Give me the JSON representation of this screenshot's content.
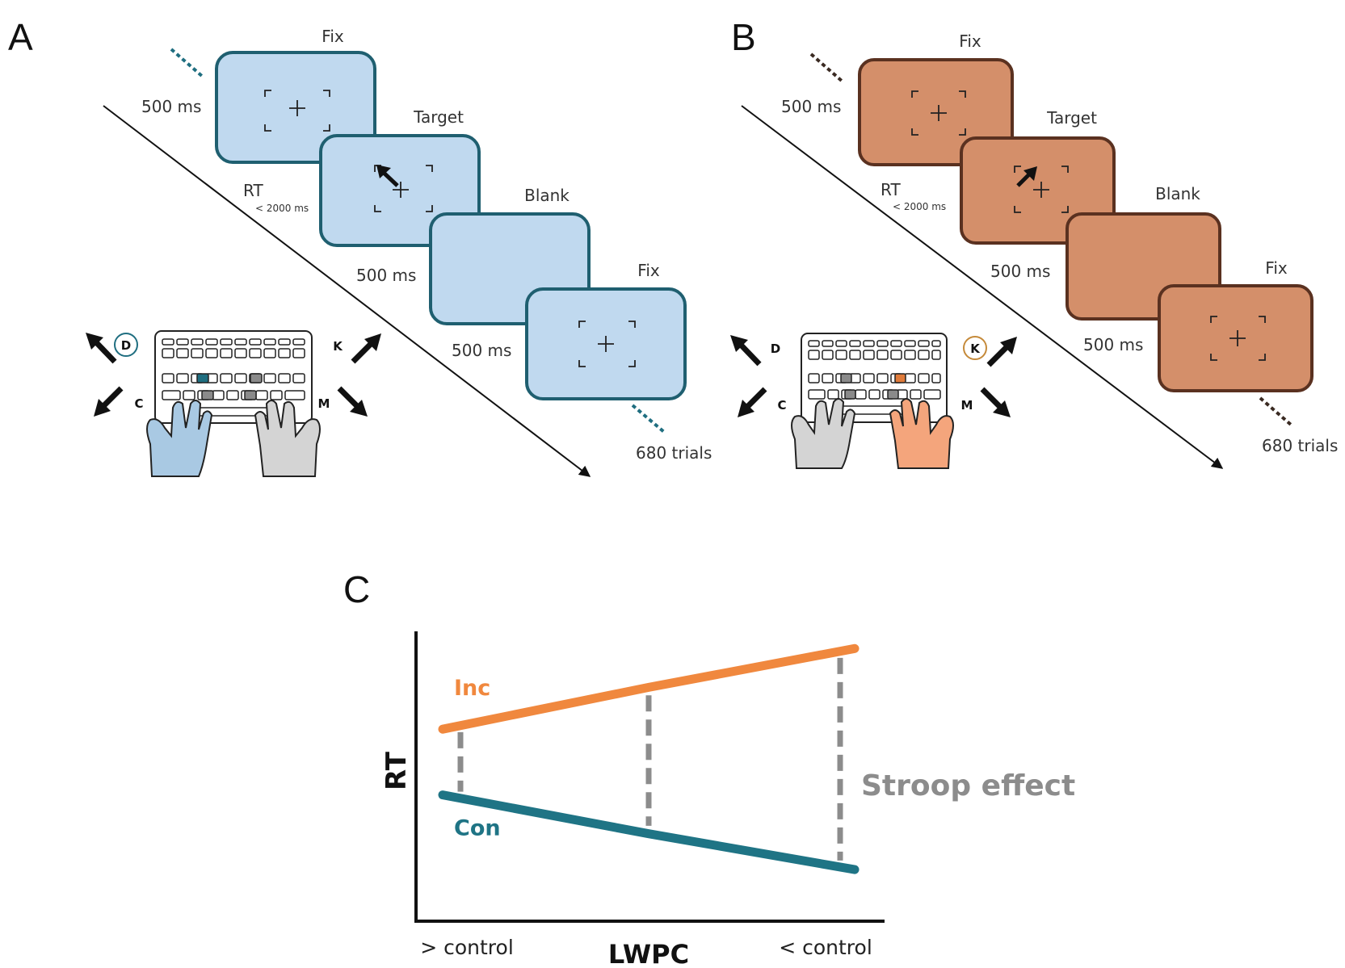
{
  "panel_a": {
    "letter": "A",
    "screens": {
      "fix1": "Fix",
      "target": "Target",
      "blank": "Blank",
      "fix2": "Fix"
    },
    "durations": {
      "fix1": "500 ms",
      "rt": "RT",
      "rt_limit": "< 2000 ms",
      "blank": "500 ms",
      "fix2": "500 ms"
    },
    "trials": "680 trials",
    "keys": {
      "up_left": "D",
      "down_left": "C",
      "up_right": "K",
      "down_right": "M"
    },
    "colors": {
      "screen_fill": "#c0d9ef",
      "screen_border": "#1f5f70",
      "accent": "#1f6e80",
      "hand": "#a9c9e3"
    }
  },
  "panel_b": {
    "letter": "B",
    "screens": {
      "fix1": "Fix",
      "target": "Target",
      "blank": "Blank",
      "fix2": "Fix"
    },
    "durations": {
      "fix1": "500 ms",
      "rt": "RT",
      "rt_limit": "< 2000 ms",
      "blank": "500 ms",
      "fix2": "500 ms"
    },
    "trials": "680 trials",
    "keys": {
      "up_left": "D",
      "down_left": "C",
      "up_right": "K",
      "down_right": "M"
    },
    "colors": {
      "screen_fill": "#d48f6a",
      "screen_border": "#5a3120",
      "accent": "#e07b3a",
      "hand": "#f4a57c"
    }
  },
  "panel_c": {
    "letter": "C",
    "chart_data": {
      "type": "line",
      "title": "",
      "xlabel": "LWPC",
      "ylabel": "RT",
      "x_ticks": [
        "> control",
        "< control"
      ],
      "x": [
        0,
        0.5,
        1
      ],
      "ylim": [
        0,
        1
      ],
      "grid": false,
      "series": [
        {
          "name": "Inc",
          "color": "#f0883e",
          "values": [
            0.64,
            0.78,
            0.91
          ]
        },
        {
          "name": "Con",
          "color": "#1f7485",
          "values": [
            0.42,
            0.29,
            0.17
          ]
        }
      ],
      "annotation": {
        "text": "Stroop effect",
        "color": "#8c8c8c"
      }
    }
  }
}
